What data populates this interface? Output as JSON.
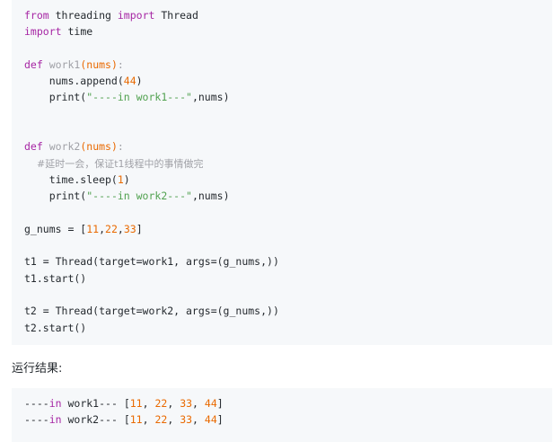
{
  "code": {
    "lines": [
      [
        {
          "t": "kw",
          "v": "from"
        },
        {
          "t": "plain",
          "v": " threading "
        },
        {
          "t": "kw",
          "v": "import"
        },
        {
          "t": "plain",
          "v": " Thread"
        }
      ],
      [
        {
          "t": "kw",
          "v": "import"
        },
        {
          "t": "plain",
          "v": " time"
        }
      ],
      [],
      [
        {
          "t": "kw",
          "v": "def"
        },
        {
          "t": "plain",
          "v": " "
        },
        {
          "t": "fn",
          "v": "work1"
        },
        {
          "t": "num",
          "v": "(nums)"
        },
        {
          "t": "fn",
          "v": ":"
        }
      ],
      [
        {
          "t": "plain",
          "v": "    nums.append("
        },
        {
          "t": "num",
          "v": "44"
        },
        {
          "t": "plain",
          "v": ")"
        }
      ],
      [
        {
          "t": "plain",
          "v": "    print("
        },
        {
          "t": "str",
          "v": "\"----in work1---\""
        },
        {
          "t": "plain",
          "v": ",nums)"
        }
      ],
      [],
      [],
      [
        {
          "t": "kw",
          "v": "def"
        },
        {
          "t": "plain",
          "v": " "
        },
        {
          "t": "fn",
          "v": "work2"
        },
        {
          "t": "num",
          "v": "(nums)"
        },
        {
          "t": "fn",
          "v": ":"
        }
      ],
      [
        {
          "t": "cmt",
          "v": "    #延时一会，保证t1线程中的事情做完"
        }
      ],
      [
        {
          "t": "plain",
          "v": "    time.sleep("
        },
        {
          "t": "num",
          "v": "1"
        },
        {
          "t": "plain",
          "v": ")"
        }
      ],
      [
        {
          "t": "plain",
          "v": "    print("
        },
        {
          "t": "str",
          "v": "\"----in work2---\""
        },
        {
          "t": "plain",
          "v": ",nums)"
        }
      ],
      [],
      [
        {
          "t": "plain",
          "v": "g_nums = ["
        },
        {
          "t": "num",
          "v": "11"
        },
        {
          "t": "plain",
          "v": ","
        },
        {
          "t": "num",
          "v": "22"
        },
        {
          "t": "plain",
          "v": ","
        },
        {
          "t": "num",
          "v": "33"
        },
        {
          "t": "plain",
          "v": "]"
        }
      ],
      [],
      [
        {
          "t": "plain",
          "v": "t1 = Thread(target=work1, args=(g_nums,))"
        }
      ],
      [
        {
          "t": "plain",
          "v": "t1.start()"
        }
      ],
      [],
      [
        {
          "t": "plain",
          "v": "t2 = Thread(target=work2, args=(g_nums,))"
        }
      ],
      [
        {
          "t": "plain",
          "v": "t2.start()"
        }
      ]
    ]
  },
  "result_label": "运行结果:",
  "output": {
    "lines": [
      [
        {
          "t": "bold",
          "v": "----"
        },
        {
          "t": "kw",
          "v": "in"
        },
        {
          "t": "plain",
          "v": " work1"
        },
        {
          "t": "bold",
          "v": "---"
        },
        {
          "t": "plain",
          "v": " ["
        },
        {
          "t": "num",
          "v": "11"
        },
        {
          "t": "plain",
          "v": ", "
        },
        {
          "t": "num",
          "v": "22"
        },
        {
          "t": "plain",
          "v": ", "
        },
        {
          "t": "num",
          "v": "33"
        },
        {
          "t": "plain",
          "v": ", "
        },
        {
          "t": "num",
          "v": "44"
        },
        {
          "t": "plain",
          "v": "]"
        }
      ],
      [
        {
          "t": "bold",
          "v": "----"
        },
        {
          "t": "kw",
          "v": "in"
        },
        {
          "t": "plain",
          "v": " work2"
        },
        {
          "t": "bold",
          "v": "---"
        },
        {
          "t": "plain",
          "v": " ["
        },
        {
          "t": "num",
          "v": "11"
        },
        {
          "t": "plain",
          "v": ", "
        },
        {
          "t": "num",
          "v": "22"
        },
        {
          "t": "plain",
          "v": ", "
        },
        {
          "t": "num",
          "v": "33"
        },
        {
          "t": "plain",
          "v": ", "
        },
        {
          "t": "num",
          "v": "44"
        },
        {
          "t": "plain",
          "v": "]"
        }
      ]
    ]
  },
  "colors": {
    "keyword": "#a626a4",
    "number": "#e96900",
    "string": "#50a14f",
    "comment": "#a0a1a7",
    "code_background": "#f6f8fa"
  }
}
